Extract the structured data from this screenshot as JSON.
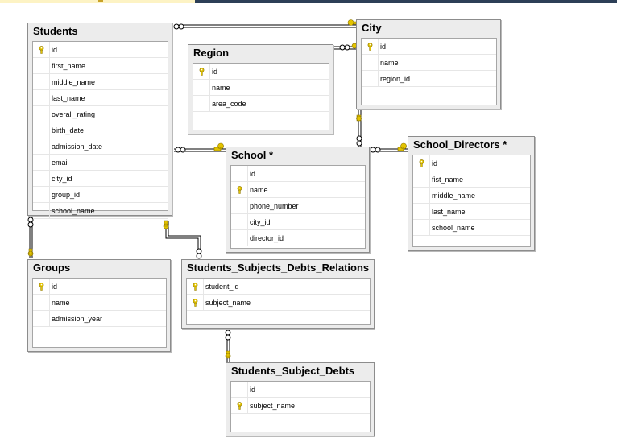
{
  "tables": {
    "students": {
      "title": "Students",
      "columns": [
        {
          "name": "id",
          "pk": true
        },
        {
          "name": "first_name"
        },
        {
          "name": "middle_name"
        },
        {
          "name": "last_name"
        },
        {
          "name": "overall_rating"
        },
        {
          "name": "birth_date"
        },
        {
          "name": "admission_date"
        },
        {
          "name": "email"
        },
        {
          "name": "city_id"
        },
        {
          "name": "group_id"
        },
        {
          "name": "school_name"
        }
      ]
    },
    "region": {
      "title": "Region",
      "columns": [
        {
          "name": "id",
          "pk": true
        },
        {
          "name": "name"
        },
        {
          "name": "area_code"
        }
      ]
    },
    "city": {
      "title": "City",
      "columns": [
        {
          "name": "id",
          "pk": true
        },
        {
          "name": "name"
        },
        {
          "name": "region_id"
        }
      ]
    },
    "school": {
      "title": "School *",
      "columns": [
        {
          "name": "id"
        },
        {
          "name": "name",
          "pk": true
        },
        {
          "name": "phone_number"
        },
        {
          "name": "city_id"
        },
        {
          "name": "director_id"
        }
      ]
    },
    "school_directors": {
      "title": "School_Directors *",
      "columns": [
        {
          "name": "id",
          "pk": true
        },
        {
          "name": "fist_name"
        },
        {
          "name": "middle_name"
        },
        {
          "name": "last_name"
        },
        {
          "name": "school_name"
        }
      ]
    },
    "groups": {
      "title": "Groups",
      "columns": [
        {
          "name": "id",
          "pk": true
        },
        {
          "name": "name"
        },
        {
          "name": "admission_year"
        }
      ]
    },
    "ssdr": {
      "title": "Students_Subjects_Debts_Relations",
      "columns": [
        {
          "name": "student_id",
          "pk": true
        },
        {
          "name": "subject_name",
          "pk": true
        }
      ]
    },
    "ssd": {
      "title": "Students_Subject_Debts",
      "columns": [
        {
          "name": "id"
        },
        {
          "name": "subject_name",
          "pk": true
        }
      ]
    }
  },
  "colors": {
    "pk_key": "#e3c300",
    "connector": "#000000",
    "key_end": "#e3c300"
  }
}
